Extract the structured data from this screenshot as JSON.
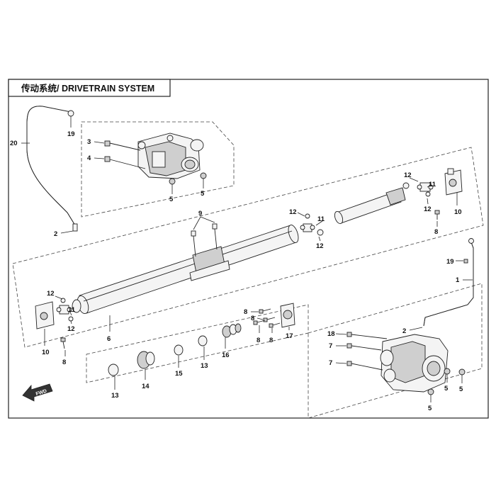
{
  "title": "传动系统/ DRIVETRAIN SYSTEM",
  "direction_label": "FWD",
  "callouts": {
    "c20": "20",
    "c19a": "19",
    "c2a": "2",
    "c3": "3",
    "c4": "4",
    "c5a": "5",
    "c5b": "5",
    "c12a": "12",
    "c11a": "11",
    "c12b": "12",
    "c10a": "10",
    "c8a": "8",
    "c9": "9",
    "c12c": "12",
    "c11b": "11",
    "c12d": "12",
    "c12e": "12",
    "c11c": "11",
    "c12f": "12",
    "c10b": "10",
    "c8b": "8",
    "c6": "6",
    "c13a": "13",
    "c14": "14",
    "c15": "15",
    "c13b": "13",
    "c16": "16",
    "c8c": "8",
    "c8d": "8",
    "c8e": "8",
    "c8f": "8",
    "c17": "17",
    "c19b": "19",
    "c1": "1",
    "c2b": "2",
    "c18": "18",
    "c7a": "7",
    "c7b": "7",
    "c5c": "5",
    "c5d": "5",
    "c5e": "5"
  }
}
